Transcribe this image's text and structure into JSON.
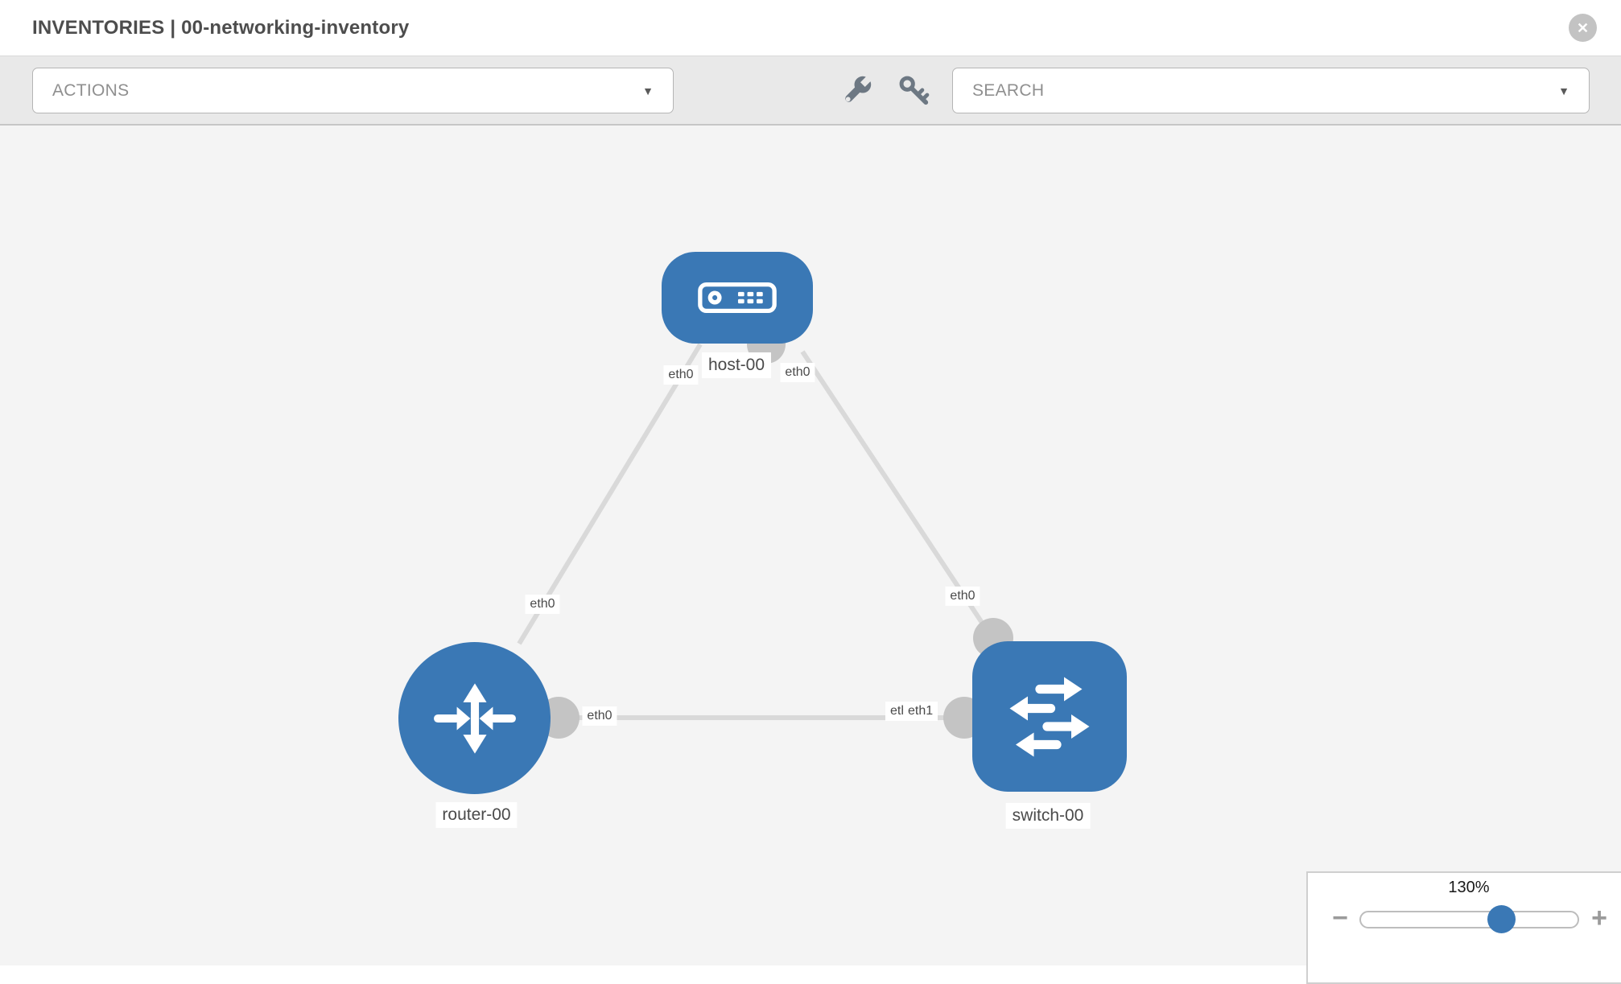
{
  "header": {
    "title": "INVENTORIES | 00-networking-inventory"
  },
  "toolbar": {
    "actions_label": "ACTIONS",
    "search_label": "SEARCH",
    "caret_glyph": "▼"
  },
  "icons": {
    "close_glyph": "✕",
    "wrench": "wrench-icon",
    "key": "key-icon"
  },
  "topology": {
    "nodes": [
      {
        "label": "host-00",
        "type": "host"
      },
      {
        "label": "router-00",
        "type": "router"
      },
      {
        "label": "switch-00",
        "type": "switch"
      }
    ],
    "links": [
      {
        "from": "host-00",
        "from_interface": "eth0",
        "to": "router-00",
        "to_interface": "eth0"
      },
      {
        "from": "host-00",
        "from_interface": "eth0",
        "to": "switch-00",
        "to_interface": "eth0"
      },
      {
        "from": "router-00",
        "from_interface": "eth0",
        "to": "switch-00",
        "to_interface": "eth1"
      }
    ],
    "interface_labels": [
      "eth0",
      "eth0",
      "eth0",
      "eth0",
      "eth0",
      "eth0",
      "eth1"
    ],
    "colors": {
      "node": "#3a78b5",
      "link": "#d9d9d9",
      "port": "#c4c4c4"
    }
  },
  "zoom_control": {
    "level": "130%",
    "minus_glyph": "−",
    "plus_glyph": "+"
  }
}
